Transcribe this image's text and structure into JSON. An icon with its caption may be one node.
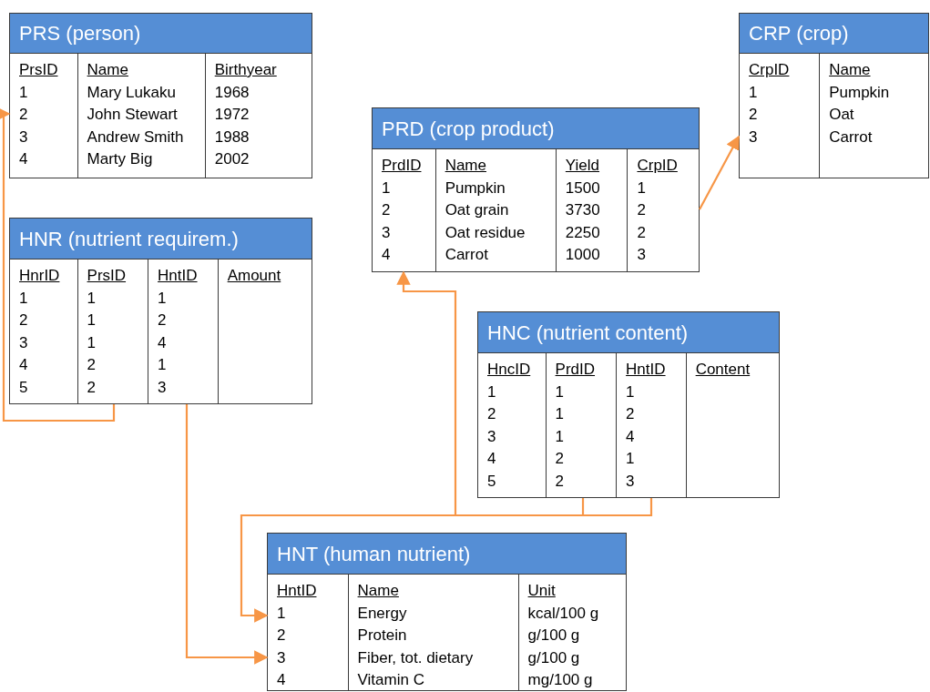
{
  "diagram": {
    "nodes": [
      {
        "text": [
          "PRS (person)"
        ]
      },
      {
        "text": [
          "PrsID",
          "1",
          "2",
          "3",
          "4"
        ],
        "in": 0
      },
      {
        "text": [
          "Name",
          "Mary Lukaku",
          "John Stewart",
          "Andrew Smith",
          "Marty Big"
        ],
        "in": 0
      },
      {
        "text": [
          "Birthyear",
          "1968",
          "1972",
          "1988",
          "2002"
        ],
        "in": 0
      },
      {
        "text": [
          "CRP (crop)"
        ]
      },
      {
        "text": [
          "CrpID",
          "1",
          "2",
          "3"
        ],
        "in": 4
      },
      {
        "text": [
          "Name",
          "Pumpkin",
          "Oat",
          "Carrot"
        ],
        "in": 4
      },
      {
        "text": [
          "PRD (crop product)"
        ]
      },
      {
        "text": [
          "PrdID",
          "1",
          "2",
          "3",
          "4"
        ],
        "in": 7
      },
      {
        "text": [
          "Name",
          "Pumpkin",
          "Oat grain",
          "Oat residue",
          "Carrot"
        ],
        "in": 7
      },
      {
        "text": [
          "Yield",
          "1500",
          "3730",
          "2250",
          "1000"
        ],
        "in": 7
      },
      {
        "text": [
          "CrpID",
          "1",
          "2",
          "2",
          "3"
        ],
        "in": 7
      },
      {
        "text": [
          "HNR (nutrient requirem.)"
        ]
      },
      {
        "text": [
          "HnrID",
          "1",
          "2",
          "3",
          "4",
          "5"
        ],
        "in": 12
      },
      {
        "text": [
          "PrsID",
          "1",
          "1",
          "1",
          "2",
          "2"
        ],
        "in": 12
      },
      {
        "text": [
          "HntID",
          "1",
          "2",
          "4",
          "1",
          "3"
        ],
        "in": 12
      },
      {
        "text": [
          "Amount"
        ],
        "in": 12
      },
      {
        "text": [
          "HNC (nutrient content)"
        ]
      },
      {
        "text": [
          "HncID",
          "1",
          "2",
          "3",
          "4",
          "5"
        ],
        "in": 17
      },
      {
        "text": [
          "PrdID",
          "1",
          "1",
          "1",
          "2",
          "2"
        ],
        "in": 17
      },
      {
        "text": [
          "HntID",
          "1",
          "2",
          "4",
          "1",
          "3"
        ],
        "in": 17
      },
      {
        "text": [
          "Content"
        ],
        "in": 17
      },
      {
        "text": [
          "HNT (human nutrient)"
        ]
      },
      {
        "text": [
          "HntID",
          "1",
          "2",
          "3",
          "4"
        ],
        "in": 22
      },
      {
        "text": [
          "Name",
          "Energy",
          "Protein",
          "Fiber, tot. dietary",
          "Vitamin C"
        ],
        "in": 22
      },
      {
        "text": [
          "Unit",
          "kcal/100 g",
          "g/100 g",
          "g/100 g",
          "mg/100 g"
        ],
        "in": 22
      }
    ],
    "edges": [
      {
        "from": 14,
        "to": 1,
        "arrow": "to"
      },
      {
        "from": 15,
        "to": 23,
        "arrow": "to"
      },
      {
        "from": 19,
        "to": 8,
        "arrow": "to"
      },
      {
        "from": 20,
        "to": 23,
        "arrow": "to"
      },
      {
        "from": 11,
        "to": 5,
        "arrow": "to"
      }
    ]
  }
}
